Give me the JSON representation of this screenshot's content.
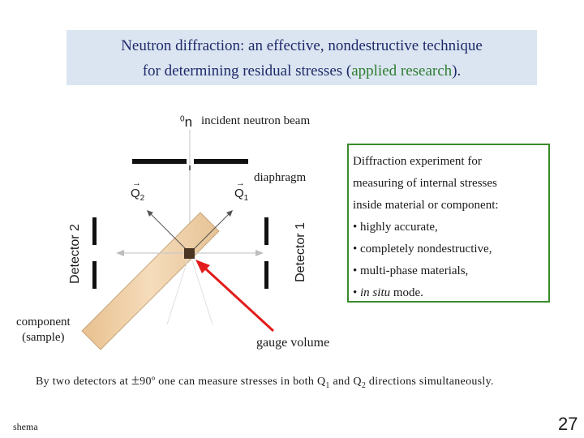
{
  "title": {
    "line1": "Neutron diffraction: an effective, nondestructive technique",
    "line2_pre": "for determining residual stresses (",
    "line2_green": "applied research",
    "line2_post": ")."
  },
  "labels": {
    "beam_symbol_sup": "0",
    "beam_symbol": "n",
    "incident_beam": "incident neutron beam",
    "diaphragm": "diaphragm",
    "detector2": "Detector 2",
    "detector1": "Detector 1",
    "q2": "Q",
    "q2_sub": "2",
    "q1": "Q",
    "q1_sub": "1",
    "component_line1": "component",
    "component_line2": "(sample)",
    "gauge_volume": "gauge volume"
  },
  "info": {
    "heading1": "Diffraction experiment for",
    "heading2": "measuring of internal stresses",
    "heading3": "inside material or component:",
    "item1": "• highly accurate,",
    "item2": "• completely nondestructive,",
    "item3": "• multi-phase materials,",
    "item4_bullet": "• ",
    "item4_italic": "in situ",
    "item4_rest": " mode."
  },
  "footer": {
    "pre": "By two detectors at ",
    "pm": "±",
    "deg": "90º",
    "mid": " one can measure stresses in both Q",
    "sub1": "1",
    "and": " and Q",
    "sub2": "2",
    "post": " directions simultaneously."
  },
  "corner_label": "shema",
  "page_number": "27",
  "colors": {
    "title_bg": "#dbe5f1",
    "title_text": "#1f2a6b",
    "accent_green": "#2e7d32",
    "info_border": "#3a8a2a",
    "arrow_red": "#e21b1b",
    "sample_fill": "#efd2aa"
  }
}
